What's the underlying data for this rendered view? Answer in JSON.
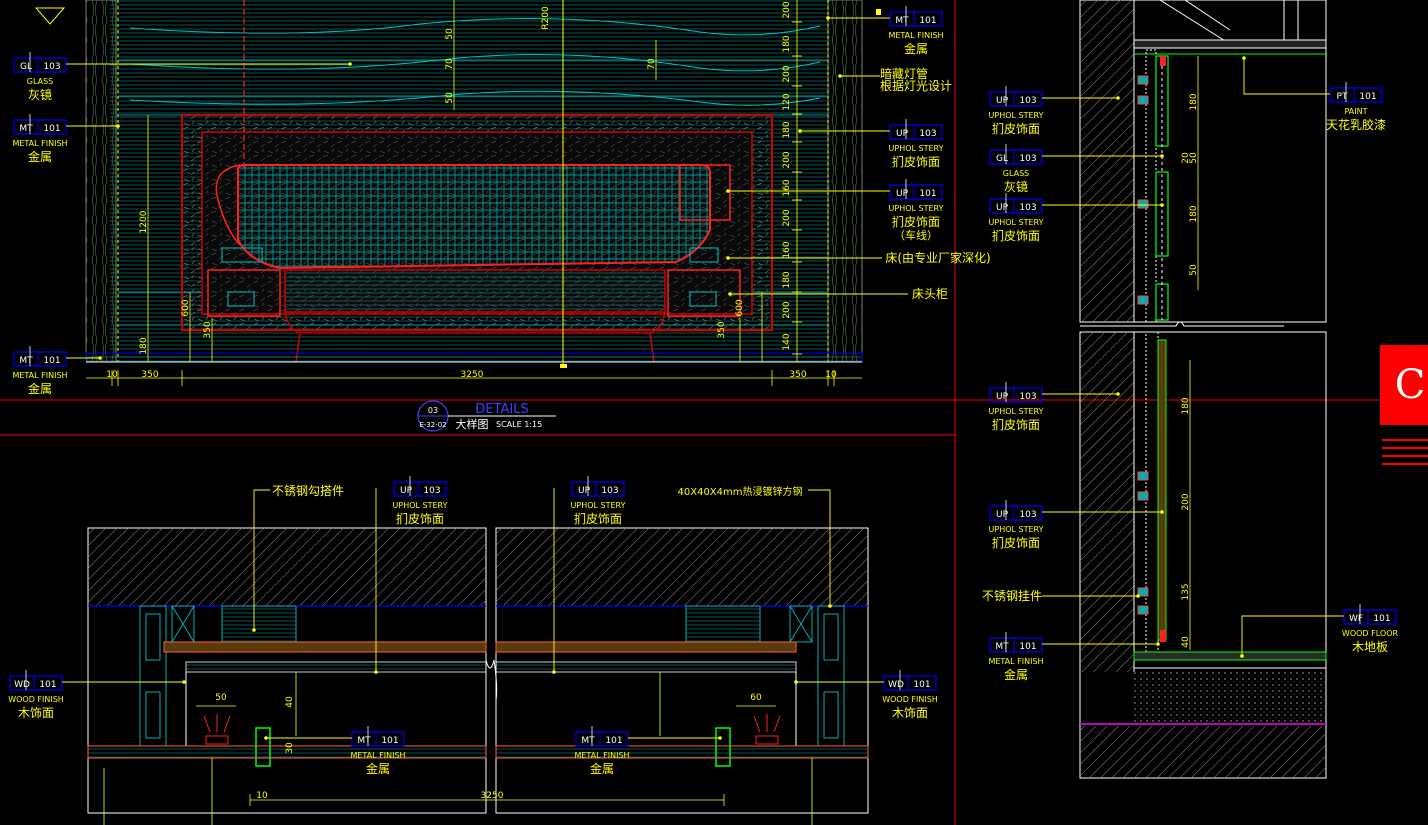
{
  "colors": {
    "background": "#000000",
    "annotation": "#ffff00",
    "frame": "#c00000",
    "tag_box": "#0000ff",
    "glass": "#00ffff",
    "wall": "#ffffff",
    "logo_bg": "#ff0000"
  },
  "callouts": {
    "top_left": [
      {
        "code": "GL",
        "num": "103",
        "en": "GLASS",
        "cn": "灰镜"
      },
      {
        "code": "MT",
        "num": "101",
        "en": "METAL FINISH",
        "cn": "金属"
      },
      {
        "code": "MT",
        "num": "101",
        "en": "METAL FINISH",
        "cn": "金属"
      }
    ],
    "top_right": [
      {
        "code": "MT",
        "num": "101",
        "en": "METAL FINISH",
        "cn": "金属"
      },
      {
        "code": "UP",
        "num": "103",
        "en": "UPHOL STERY",
        "cn": "扪皮饰面"
      },
      {
        "code": "UP",
        "num": "101",
        "en": "UPHOL STERY",
        "cn": "扪皮饰面",
        "cn2": "（车线）"
      }
    ],
    "notes": {
      "led_1": "暗藏灯管",
      "led_2": "根据灯光设计",
      "bed": "床(由专业厂家深化)",
      "nightstand": "床头柜"
    },
    "section_right_upper": [
      {
        "code": "UP",
        "num": "103",
        "en": "UPHOL STERY",
        "cn": "扪皮饰面"
      },
      {
        "code": "GL",
        "num": "103",
        "en": "GLASS",
        "cn": "灰镜"
      },
      {
        "code": "UP",
        "num": "103",
        "en": "UPHOL STERY",
        "cn": "扪皮饰面"
      }
    ],
    "paint": {
      "code": "PT",
      "num": "101",
      "en": "PAINT",
      "cn": "天花乳胶漆"
    },
    "section_right_lower": [
      {
        "code": "UP",
        "num": "103",
        "en": "UPHOL STERY",
        "cn": "扪皮饰面"
      },
      {
        "code": "UP",
        "num": "103",
        "en": "UPHOL STERY",
        "cn": "扪皮饰面"
      }
    ],
    "hook_right": "不锈钢挂件",
    "metal_right": {
      "code": "MT",
      "num": "101",
      "en": "METAL FINISH",
      "cn": "金属"
    },
    "wood_floor": {
      "code": "WF",
      "num": "101",
      "en": "WOOD FLOOR",
      "cn": "木地板"
    },
    "plan": {
      "hook": "不锈钢勾搭件",
      "up_left": {
        "code": "UP",
        "num": "103",
        "en": "UPHOL STERY",
        "cn": "扪皮饰面"
      },
      "up_right": {
        "code": "UP",
        "num": "103",
        "en": "UPHOL STERY",
        "cn": "扪皮饰面"
      },
      "steel": "40X40X4mm热浸镀锌方钢",
      "wd_left": {
        "code": "WD",
        "num": "101",
        "en": "WOOD FINISH",
        "cn": "木饰面"
      },
      "wd_right": {
        "code": "WD",
        "num": "101",
        "en": "WOOD FINISH",
        "cn": "木饰面"
      },
      "mt_left": {
        "code": "MT",
        "num": "101",
        "en": "METAL FINISH",
        "cn": "金属"
      },
      "mt_right": {
        "code": "MT",
        "num": "101",
        "en": "METAL FINISH",
        "cn": "金属"
      }
    }
  },
  "dims": {
    "elev_vertical": [
      "200",
      "180",
      "200",
      "120",
      "180",
      "200",
      "160",
      "200",
      "160",
      "180",
      "200",
      "140"
    ],
    "elev_bottom": [
      "10",
      "350",
      "3250",
      "350",
      "10"
    ],
    "elev_left": [
      "1200",
      "600",
      "350",
      "180"
    ],
    "elev_inner": [
      "50",
      "70",
      "50",
      "70",
      "R200"
    ],
    "elev_right_inner": [
      "350",
      "600"
    ],
    "sec_upper": [
      "180",
      "20",
      "50",
      "180",
      "50"
    ],
    "sec_lower": [
      "180",
      "200",
      "135",
      "40"
    ],
    "plan": [
      "50",
      "40",
      "30",
      "10",
      "3250",
      "60"
    ]
  },
  "title_block": {
    "number": "03",
    "sheet": "E-32-02",
    "title_en": "DETAILS",
    "title_cn": "大样图",
    "scale": "SCALE  1:15"
  },
  "logo": {
    "letter": "C"
  }
}
